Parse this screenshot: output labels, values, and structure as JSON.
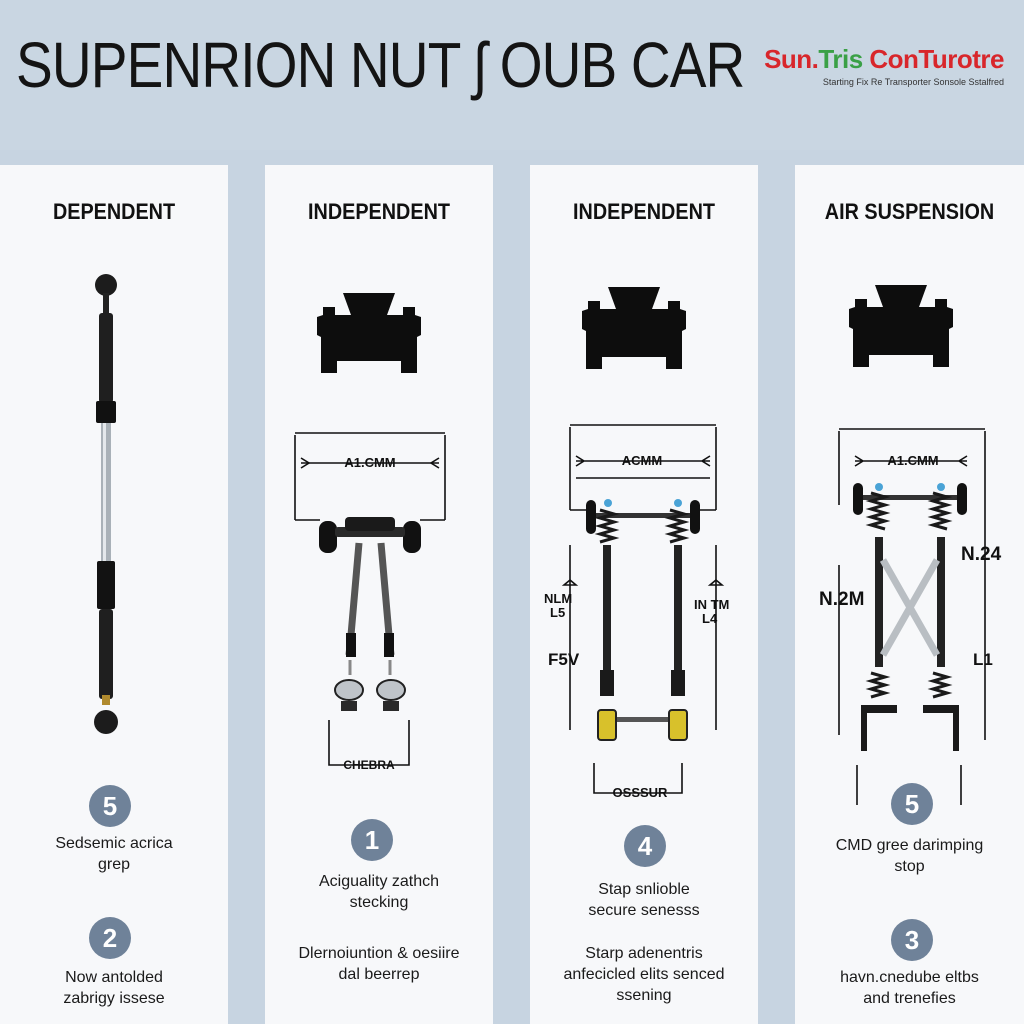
{
  "header": {
    "title": "SUPENRION NUT ʃ OUB CAR",
    "brand": {
      "part1": "Sun.",
      "part2": "Tris",
      "part3": " ConTurotre",
      "tagline": "Starting Fix Re Transporter Sonsole Sstalfred"
    },
    "colors": {
      "brand_red": "#d8262b",
      "brand_green": "#3aa046",
      "badge": "#6f8299",
      "background": "#c7d4e1"
    }
  },
  "panels": [
    {
      "title": "DEPENDENT",
      "icon": "suspension-strut-icon",
      "labels": [],
      "items": [
        {
          "number": "5",
          "text": "Sedsemic acrica\ngrep"
        },
        {
          "number": "2",
          "text": "Now antolded\nzabrigy issese"
        }
      ]
    },
    {
      "title": "INDEPENDENT",
      "icon": "car-front-icon",
      "labels": {
        "top": "A1.CMM",
        "bottom": "CHEBRA"
      },
      "items": [
        {
          "number": "1",
          "text": "Aciguality zathch\nstecking"
        },
        {
          "number": "",
          "text": "Dlernoiuntion & oesiire\ndal beerrep"
        }
      ]
    },
    {
      "title": "INDEPENDENT",
      "icon": "car-front-icon",
      "labels": {
        "top": "ACMM",
        "left1": "NLM",
        "left2": "L5",
        "left3": "F5V",
        "right1": "IN TM",
        "right2": "L4",
        "bottom": "OSSSUR"
      },
      "items": [
        {
          "number": "4",
          "text": "Stap snlioble\nsecure senesss"
        },
        {
          "number": "",
          "text": "Starp adenentris\nanfecicled elits senced\nssening"
        }
      ]
    },
    {
      "title": "AIR SUSPENSION",
      "icon": "car-front-icon",
      "labels": {
        "top": "A1.CMM",
        "left": "N.2M",
        "right1": "N.24",
        "right2": "L1"
      },
      "items": [
        {
          "number": "5",
          "text": "CMD gree darimping\nstop"
        },
        {
          "number": "3",
          "text": "havn.cnedube eltbs\nand trenefies"
        }
      ]
    }
  ]
}
